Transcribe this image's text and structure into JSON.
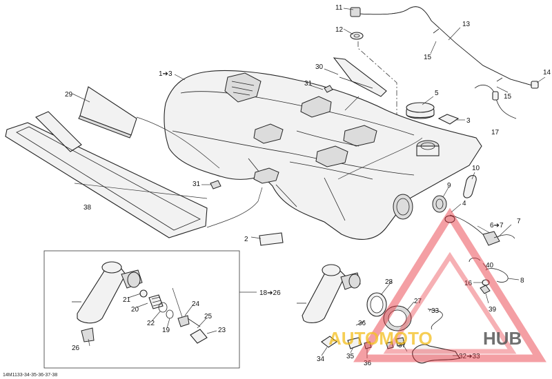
{
  "reference_code": "14M1133-34-35-36-37-38",
  "callouts": {
    "c11": "11",
    "c12": "12",
    "c13": "13",
    "c14": "14",
    "c15a": "15",
    "c15b": "15",
    "c16": "16",
    "c17": "17",
    "c1to3": "1➔3",
    "c29": "29",
    "c30": "30",
    "c31a": "31",
    "c31b": "31",
    "c5": "5",
    "c3": "3",
    "c38": "38",
    "c2": "2",
    "c10": "10",
    "c9": "9",
    "c4": "4",
    "c6to7": "6➔7",
    "c7": "7",
    "c40": "40",
    "c8": "8",
    "c39": "39",
    "c18to26": "18➔26",
    "c28": "28",
    "c27": "27",
    "c21": "21",
    "c20": "20",
    "c22": "22",
    "c19": "19",
    "c24": "24",
    "c25": "25",
    "c23": "23",
    "c26": "26",
    "c33": "33",
    "c36a": "36",
    "c37": "37",
    "c34": "34",
    "c35": "35",
    "c36b": "36",
    "c32to33": "32➔33"
  },
  "watermark": {
    "part1": "AUTOMOTO",
    "part2": "HUB",
    "color_accent": "#e8323c",
    "color_gold": "#f2b705",
    "color_dark": "#3a3a3a"
  }
}
